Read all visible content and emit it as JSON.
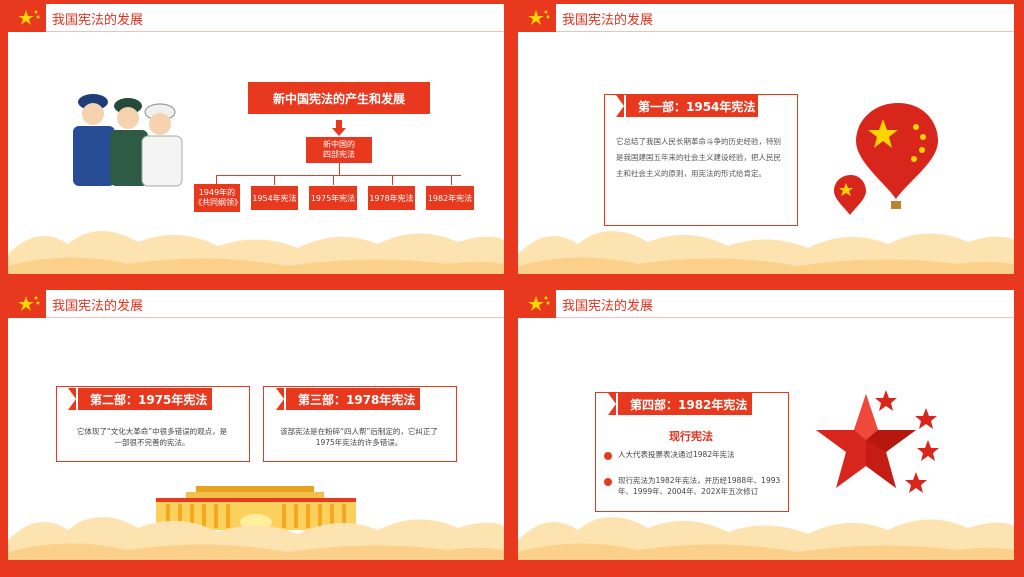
{
  "header_title": "我国宪法的发展",
  "slide1": {
    "main_title": "新中国宪法的产生和发展",
    "center_box": "新中国的\n四部宪法",
    "boxes": [
      "1949年的\n《共同纲领》",
      "1954年宪法",
      "1975年宪法",
      "1978年宪法",
      "1982年宪法"
    ]
  },
  "slide2": {
    "ribbon": "第一部：1954年宪法",
    "text": "它总结了我国人民长期革命斗争的历史经验，特别是我国建国五年来的社会主义建设经验，把人民民主和社会主义的原则，用宪法的形式给肯定。"
  },
  "slide3": {
    "left_ribbon": "第二部：1975年宪法",
    "left_text": "它体现了“文化大革命”中很多错误的观点，是一部很不完善的宪法。",
    "right_ribbon": "第三部：1978年宪法",
    "right_text": "该部宪法是在粉碎“四人帮”后制定的，它纠正了1975年宪法的许多错误。"
  },
  "slide4": {
    "ribbon": "第四部：1982年宪法",
    "subtitle": "现行宪法",
    "bullets": [
      "人大代表投票表决通过1982年宪法",
      "现行宪法为1982年宪法，并历经1988年、1993年、1999年、2004年、202X年五次修订"
    ]
  },
  "colors": {
    "accent": "#e8391f",
    "cloud": "#fde3b0"
  },
  "icons": [
    "star-flag-icon",
    "soldiers-illustration",
    "balloon-icon",
    "building-icon",
    "red-star-icon"
  ]
}
